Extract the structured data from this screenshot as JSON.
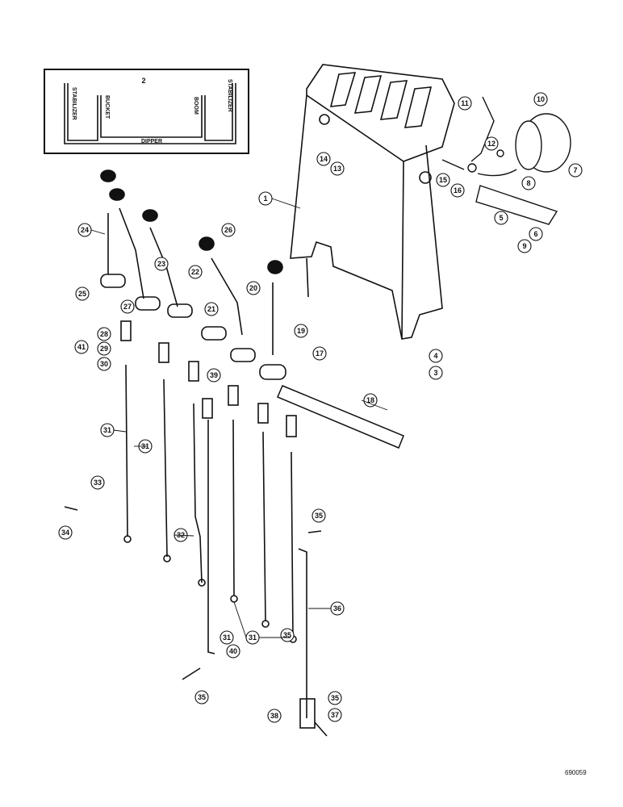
{
  "decal": {
    "number": "2",
    "left_label": "STABILIZER",
    "bucket_label": "BUCKET",
    "boom_label": "BOOM",
    "right_label": "STABILIZER",
    "bottom_label": "DIPPER"
  },
  "callouts": [
    "1",
    "3",
    "4",
    "5",
    "6",
    "7",
    "8",
    "9",
    "10",
    "11",
    "12",
    "13",
    "14",
    "15",
    "16",
    "17",
    "18",
    "19",
    "20",
    "21",
    "22",
    "23",
    "24",
    "25",
    "26",
    "27",
    "28",
    "29",
    "30",
    "31",
    "31",
    "31",
    "31",
    "32",
    "33",
    "34",
    "35",
    "35",
    "35",
    "35",
    "36",
    "37",
    "38",
    "39",
    "40",
    "41"
  ],
  "reference_number": "690059"
}
